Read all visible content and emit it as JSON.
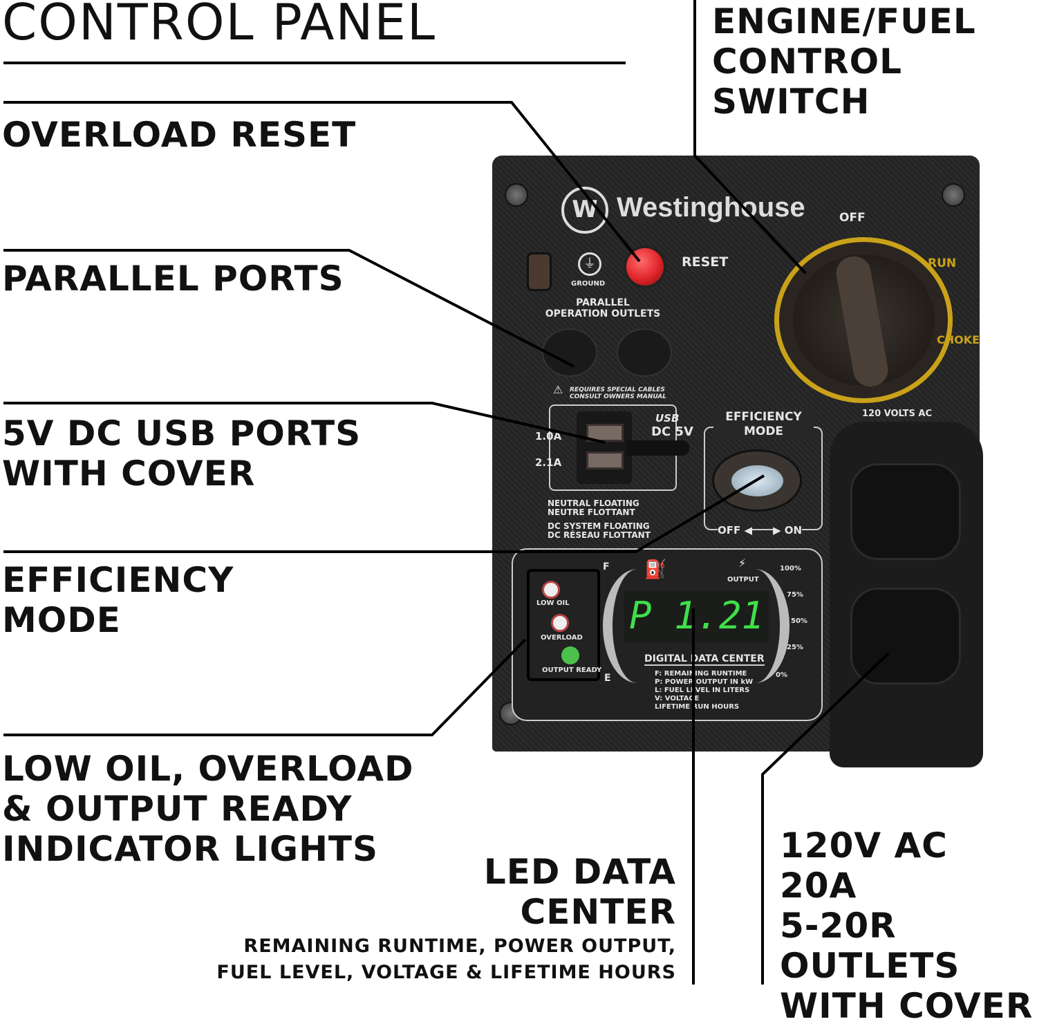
{
  "title": "CONTROL PANEL",
  "callouts": {
    "overload_reset": "OVERLOAD RESET",
    "parallel_ports": "PARALLEL PORTS",
    "usb": "5V DC USB PORTS\nWITH COVER",
    "efficiency": "EFFICIENCY\nMODE",
    "indicators": "LOW OIL, OVERLOAD\n& OUTPUT READY\nINDICATOR LIGHTS",
    "engine": "ENGINE/FUEL\nCONTROL\nSWITCH",
    "led_title": "LED DATA\nCENTER",
    "led_sub": "REMAINING RUNTIME, POWER OUTPUT,\nFUEL LEVEL, VOLTAGE & LIFETIME HOURS",
    "outlets": "120V AC 20A\n5-20R\nOUTLETS\nWITH COVER"
  },
  "panel": {
    "brand": "Westinghouse",
    "ground": "GROUND",
    "reset": "RESET",
    "parallel": "PARALLEL\nOPERATION OUTLETS",
    "warning": "REQUIRES SPECIAL CABLES\nCONSULT OWNERS MANUAL",
    "usb_logo": "USB",
    "dc5v": "DC 5V",
    "usb_a1": "1.0A",
    "usb_a2": "2.1A",
    "floating": "NEUTRAL FLOATING\nNEUTRE FLOTTANT",
    "dc_floating": "DC SYSTEM FLOATING\nDC RÉSEAU FLOTTANT",
    "eff_title": "EFFICIENCY\nMODE",
    "eff_off": "OFF ◀",
    "eff_on": "▶ ON",
    "switch_off": "OFF",
    "switch_run": "RUN",
    "switch_choke": "CHOKE",
    "volts": "120 VOLTS AC",
    "low_oil": "LOW OIL",
    "overload": "OVERLOAD",
    "output_ready": "OUTPUT READY",
    "fuel_f": "F",
    "fuel_e": "E",
    "output": "OUTPUT",
    "display": "P 1.21",
    "pct": [
      "100%",
      "75%",
      "50%",
      "25%",
      "0%"
    ],
    "ddc_title": "DIGITAL DATA CENTER",
    "ddc_legend": "F: REMAINING RUNTIME\nP: POWER OUTPUT IN kW\nL: FUEL LEVEL IN LITERS\nV: VOLTAGE\nLIFETIME RUN HOURS"
  },
  "colors": {
    "accent_yellow": "#c9a21a",
    "led_green": "#3fe04a",
    "reset_red": "#e0242a"
  }
}
